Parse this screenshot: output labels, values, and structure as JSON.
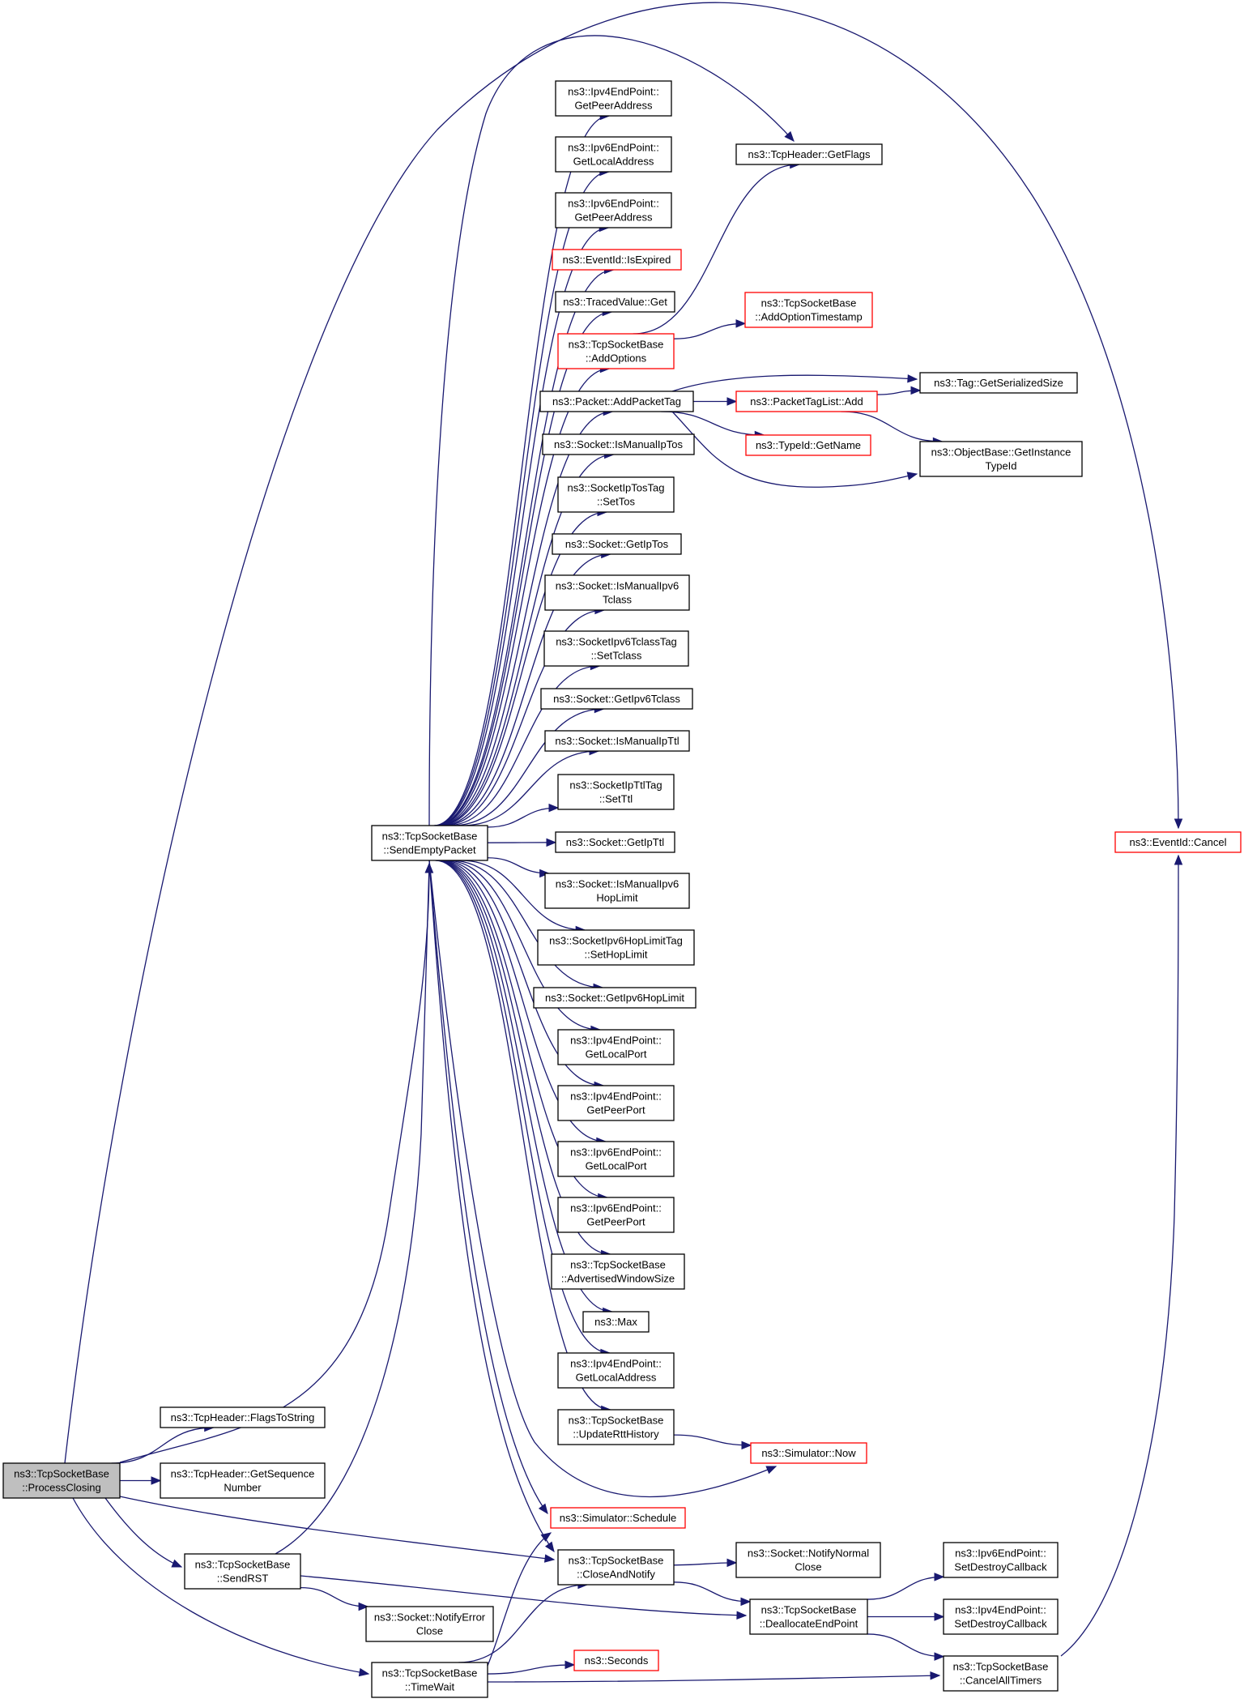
{
  "colors": {
    "edge": "#191970",
    "node_border_default": "#000000",
    "node_border_truncated": "#ff0000",
    "node_fill_default": "#ffffff",
    "node_fill_focus": "#bfbfbf"
  },
  "nodes": [
    {
      "id": "processClosing",
      "lines": [
        "ns3::TcpSocketBase",
        "::ProcessClosing"
      ],
      "style": "focus"
    },
    {
      "id": "sendEmptyPacket",
      "lines": [
        "ns3::TcpSocketBase",
        "::SendEmptyPacket"
      ],
      "style": "normal"
    },
    {
      "id": "flagsToString",
      "lines": [
        "ns3::TcpHeader::FlagsToString"
      ],
      "style": "normal"
    },
    {
      "id": "getSeqNumber",
      "lines": [
        "ns3::TcpHeader::GetSequence",
        "Number"
      ],
      "style": "normal"
    },
    {
      "id": "sendRST",
      "lines": [
        "ns3::TcpSocketBase",
        "::SendRST"
      ],
      "style": "normal"
    },
    {
      "id": "timeWait",
      "lines": [
        "ns3::TcpSocketBase",
        "::TimeWait"
      ],
      "style": "normal"
    },
    {
      "id": "ipv4GetPeerAddress",
      "lines": [
        "ns3::Ipv4EndPoint::",
        "GetPeerAddress"
      ],
      "style": "normal"
    },
    {
      "id": "ipv6GetLocalAddress",
      "lines": [
        "ns3::Ipv6EndPoint::",
        "GetLocalAddress"
      ],
      "style": "normal"
    },
    {
      "id": "ipv6GetPeerAddress",
      "lines": [
        "ns3::Ipv6EndPoint::",
        "GetPeerAddress"
      ],
      "style": "normal"
    },
    {
      "id": "isExpired",
      "lines": [
        "ns3::EventId::IsExpired"
      ],
      "style": "truncated"
    },
    {
      "id": "tracedGet",
      "lines": [
        "ns3::TracedValue::Get"
      ],
      "style": "normal"
    },
    {
      "id": "addOptions",
      "lines": [
        "ns3::TcpSocketBase",
        "::AddOptions"
      ],
      "style": "truncated"
    },
    {
      "id": "addPacketTag",
      "lines": [
        "ns3::Packet::AddPacketTag"
      ],
      "style": "normal"
    },
    {
      "id": "isManualIpTos",
      "lines": [
        "ns3::Socket::IsManualIpTos"
      ],
      "style": "normal"
    },
    {
      "id": "setTos",
      "lines": [
        "ns3::SocketIpTosTag",
        "::SetTos"
      ],
      "style": "normal"
    },
    {
      "id": "getIpTos",
      "lines": [
        "ns3::Socket::GetIpTos"
      ],
      "style": "normal"
    },
    {
      "id": "isManualIpv6Tclass",
      "lines": [
        "ns3::Socket::IsManualIpv6",
        "Tclass"
      ],
      "style": "normal"
    },
    {
      "id": "setTclass",
      "lines": [
        "ns3::SocketIpv6TclassTag",
        "::SetTclass"
      ],
      "style": "normal"
    },
    {
      "id": "getIpv6Tclass",
      "lines": [
        "ns3::Socket::GetIpv6Tclass"
      ],
      "style": "normal"
    },
    {
      "id": "isManualIpTtl",
      "lines": [
        "ns3::Socket::IsManualIpTtl"
      ],
      "style": "normal"
    },
    {
      "id": "setTtl",
      "lines": [
        "ns3::SocketIpTtlTag",
        "::SetTtl"
      ],
      "style": "normal"
    },
    {
      "id": "getIpTtl",
      "lines": [
        "ns3::Socket::GetIpTtl"
      ],
      "style": "normal"
    },
    {
      "id": "isManualIpv6HopLimit",
      "lines": [
        "ns3::Socket::IsManualIpv6",
        "HopLimit"
      ],
      "style": "normal"
    },
    {
      "id": "setHopLimit",
      "lines": [
        "ns3::SocketIpv6HopLimitTag",
        "::SetHopLimit"
      ],
      "style": "normal"
    },
    {
      "id": "getIpv6HopLimit",
      "lines": [
        "ns3::Socket::GetIpv6HopLimit"
      ],
      "style": "normal"
    },
    {
      "id": "ipv4GetLocalPort",
      "lines": [
        "ns3::Ipv4EndPoint::",
        "GetLocalPort"
      ],
      "style": "normal"
    },
    {
      "id": "ipv4GetPeerPort",
      "lines": [
        "ns3::Ipv4EndPoint::",
        "GetPeerPort"
      ],
      "style": "normal"
    },
    {
      "id": "ipv6GetLocalPort",
      "lines": [
        "ns3::Ipv6EndPoint::",
        "GetLocalPort"
      ],
      "style": "normal"
    },
    {
      "id": "ipv6GetPeerPort",
      "lines": [
        "ns3::Ipv6EndPoint::",
        "GetPeerPort"
      ],
      "style": "normal"
    },
    {
      "id": "advWindowSize",
      "lines": [
        "ns3::TcpSocketBase",
        "::AdvertisedWindowSize"
      ],
      "style": "normal"
    },
    {
      "id": "max",
      "lines": [
        "ns3::Max"
      ],
      "style": "normal"
    },
    {
      "id": "ipv4GetLocalAddress",
      "lines": [
        "ns3::Ipv4EndPoint::",
        "GetLocalAddress"
      ],
      "style": "normal"
    },
    {
      "id": "updateRttHistory",
      "lines": [
        "ns3::TcpSocketBase",
        "::UpdateRttHistory"
      ],
      "style": "normal"
    },
    {
      "id": "schedule",
      "lines": [
        "ns3::Simulator::Schedule"
      ],
      "style": "truncated"
    },
    {
      "id": "closeAndNotify",
      "lines": [
        "ns3::TcpSocketBase",
        "::CloseAndNotify"
      ],
      "style": "normal"
    },
    {
      "id": "notifyErrorClose",
      "lines": [
        "ns3::Socket::NotifyError",
        "Close"
      ],
      "style": "normal"
    },
    {
      "id": "seconds",
      "lines": [
        "ns3::Seconds"
      ],
      "style": "truncated"
    },
    {
      "id": "getFlags",
      "lines": [
        "ns3::TcpHeader::GetFlags"
      ],
      "style": "normal"
    },
    {
      "id": "addOptionTimestamp",
      "lines": [
        "ns3::TcpSocketBase",
        "::AddOptionTimestamp"
      ],
      "style": "truncated"
    },
    {
      "id": "packetTagListAdd",
      "lines": [
        "ns3::PacketTagList::Add"
      ],
      "style": "truncated"
    },
    {
      "id": "typeIdGetName",
      "lines": [
        "ns3::TypeId::GetName"
      ],
      "style": "truncated"
    },
    {
      "id": "simulatorNow",
      "lines": [
        "ns3::Simulator::Now"
      ],
      "style": "truncated"
    },
    {
      "id": "notifyNormalClose",
      "lines": [
        "ns3::Socket::NotifyNormal",
        "Close"
      ],
      "style": "normal"
    },
    {
      "id": "deallocateEndPoint",
      "lines": [
        "ns3::TcpSocketBase",
        "::DeallocateEndPoint"
      ],
      "style": "normal"
    },
    {
      "id": "tagGetSerializedSize",
      "lines": [
        "ns3::Tag::GetSerializedSize"
      ],
      "style": "normal"
    },
    {
      "id": "getInstanceTypeId",
      "lines": [
        "ns3::ObjectBase::GetInstance",
        "TypeId"
      ],
      "style": "normal"
    },
    {
      "id": "ipv6SetDestroyCallback",
      "lines": [
        "ns3::Ipv6EndPoint::",
        "SetDestroyCallback"
      ],
      "style": "normal"
    },
    {
      "id": "ipv4SetDestroyCallback",
      "lines": [
        "ns3::Ipv4EndPoint::",
        "SetDestroyCallback"
      ],
      "style": "normal"
    },
    {
      "id": "cancelAllTimers",
      "lines": [
        "ns3::TcpSocketBase",
        "::CancelAllTimers"
      ],
      "style": "normal"
    },
    {
      "id": "eventIdCancel",
      "lines": [
        "ns3::EventId::Cancel"
      ],
      "style": "truncated"
    }
  ],
  "edges": [
    [
      "processClosing",
      "eventIdCancel"
    ],
    [
      "processClosing",
      "flagsToString"
    ],
    [
      "processClosing",
      "sendEmptyPacket"
    ],
    [
      "processClosing",
      "getSeqNumber"
    ],
    [
      "processClosing",
      "closeAndNotify"
    ],
    [
      "processClosing",
      "sendRST"
    ],
    [
      "processClosing",
      "timeWait"
    ],
    [
      "sendEmptyPacket",
      "getFlags"
    ],
    [
      "sendEmptyPacket",
      "ipv4GetPeerAddress"
    ],
    [
      "sendEmptyPacket",
      "ipv6GetLocalAddress"
    ],
    [
      "sendEmptyPacket",
      "ipv6GetPeerAddress"
    ],
    [
      "sendEmptyPacket",
      "isExpired"
    ],
    [
      "sendEmptyPacket",
      "tracedGet"
    ],
    [
      "sendEmptyPacket",
      "addOptions"
    ],
    [
      "sendEmptyPacket",
      "addPacketTag"
    ],
    [
      "sendEmptyPacket",
      "isManualIpTos"
    ],
    [
      "sendEmptyPacket",
      "setTos"
    ],
    [
      "sendEmptyPacket",
      "getIpTos"
    ],
    [
      "sendEmptyPacket",
      "isManualIpv6Tclass"
    ],
    [
      "sendEmptyPacket",
      "setTclass"
    ],
    [
      "sendEmptyPacket",
      "getIpv6Tclass"
    ],
    [
      "sendEmptyPacket",
      "isManualIpTtl"
    ],
    [
      "sendEmptyPacket",
      "setTtl"
    ],
    [
      "sendEmptyPacket",
      "getIpTtl"
    ],
    [
      "sendEmptyPacket",
      "isManualIpv6HopLimit"
    ],
    [
      "sendEmptyPacket",
      "setHopLimit"
    ],
    [
      "sendEmptyPacket",
      "getIpv6HopLimit"
    ],
    [
      "sendEmptyPacket",
      "ipv4GetLocalPort"
    ],
    [
      "sendEmptyPacket",
      "ipv4GetPeerPort"
    ],
    [
      "sendEmptyPacket",
      "ipv6GetLocalPort"
    ],
    [
      "sendEmptyPacket",
      "ipv6GetPeerPort"
    ],
    [
      "sendEmptyPacket",
      "advWindowSize"
    ],
    [
      "sendEmptyPacket",
      "max"
    ],
    [
      "sendEmptyPacket",
      "ipv4GetLocalAddress"
    ],
    [
      "sendEmptyPacket",
      "updateRttHistory"
    ],
    [
      "sendEmptyPacket",
      "simulatorNow"
    ],
    [
      "sendEmptyPacket",
      "schedule"
    ],
    [
      "sendEmptyPacket",
      "closeAndNotify"
    ],
    [
      "addOptions",
      "getFlags"
    ],
    [
      "addOptions",
      "addOptionTimestamp"
    ],
    [
      "addPacketTag",
      "tagGetSerializedSize"
    ],
    [
      "addPacketTag",
      "packetTagListAdd"
    ],
    [
      "addPacketTag",
      "typeIdGetName"
    ],
    [
      "addPacketTag",
      "getInstanceTypeId"
    ],
    [
      "packetTagListAdd",
      "tagGetSerializedSize"
    ],
    [
      "packetTagListAdd",
      "getInstanceTypeId"
    ],
    [
      "updateRttHistory",
      "simulatorNow"
    ],
    [
      "sendRST",
      "sendEmptyPacket"
    ],
    [
      "sendRST",
      "deallocateEndPoint"
    ],
    [
      "sendRST",
      "notifyErrorClose"
    ],
    [
      "timeWait",
      "schedule"
    ],
    [
      "timeWait",
      "closeAndNotify"
    ],
    [
      "timeWait",
      "seconds"
    ],
    [
      "timeWait",
      "cancelAllTimers"
    ],
    [
      "closeAndNotify",
      "notifyNormalClose"
    ],
    [
      "closeAndNotify",
      "deallocateEndPoint"
    ],
    [
      "deallocateEndPoint",
      "ipv6SetDestroyCallback"
    ],
    [
      "deallocateEndPoint",
      "ipv4SetDestroyCallback"
    ],
    [
      "deallocateEndPoint",
      "cancelAllTimers"
    ],
    [
      "cancelAllTimers",
      "eventIdCancel"
    ]
  ]
}
